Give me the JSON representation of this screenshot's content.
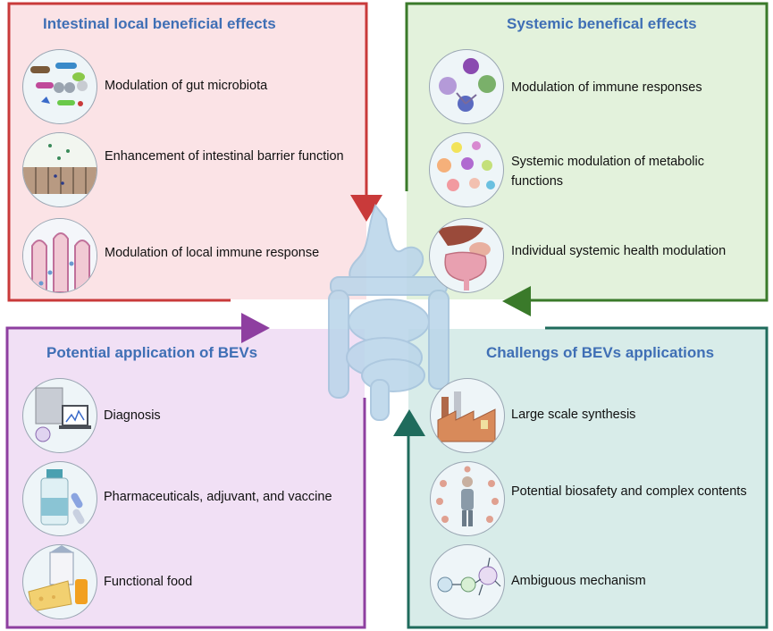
{
  "quadrants": {
    "intestinal": {
      "title": "Intestinal local beneficial effects",
      "color": "#c93a3a",
      "items": [
        {
          "label": "Modulation of gut microbiota",
          "icon": "microbiota-icon"
        },
        {
          "label": "Enhancement of intestinal barrier function",
          "icon": "intestinal-barrier-icon"
        },
        {
          "label": "Modulation of local immune response",
          "icon": "villi-icon"
        }
      ]
    },
    "systemic": {
      "title": "Systemic benefical effects",
      "color": "#3a7a2a",
      "items": [
        {
          "label": "Modulation of immune responses",
          "icon": "immune-cells-icon"
        },
        {
          "label": "Systemic modulation of metabolic functions",
          "icon": "metabolites-icon"
        },
        {
          "label": "Individual systemic health modulation",
          "icon": "organs-icon"
        }
      ]
    },
    "application": {
      "title": "Potential application of BEVs",
      "color": "#8e3fa0",
      "items": [
        {
          "label": "Diagnosis",
          "icon": "diagnosis-instrument-icon"
        },
        {
          "label": "Pharmaceuticals, adjuvant, and vaccine",
          "icon": "vaccine-vial-icon"
        },
        {
          "label": "Functional food",
          "icon": "food-icon"
        }
      ]
    },
    "challenges": {
      "title": "Challengs of BEVs applications",
      "color": "#1f6b5c",
      "items": [
        {
          "label": "Large scale synthesis",
          "icon": "factory-icon"
        },
        {
          "label": "Potential biosafety and complex contents",
          "icon": "human-organs-icon"
        },
        {
          "label": "Ambiguous mechanism",
          "icon": "cell-network-icon"
        }
      ]
    }
  },
  "center_icon": "digestive-tract-icon"
}
